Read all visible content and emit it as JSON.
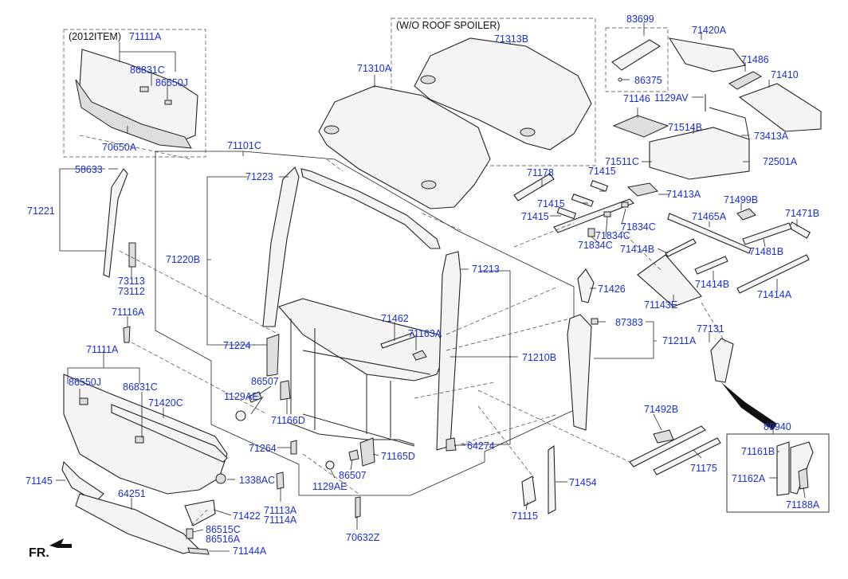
{
  "inset_labels": {
    "item_2012": "(2012ITEM)",
    "wo_roof_spoiler": "(W/O ROOF SPOILER)"
  },
  "direction_label": "FR.",
  "part_labels": {
    "p71111A_top": "71111A",
    "p86831C_top": "86831C",
    "p86550J_top": "86550J",
    "p70650A": "70650A",
    "p71310A": "71310A",
    "p71313B": "71313B",
    "p83699": "83699",
    "p86375": "86375",
    "p71420A": "71420A",
    "p71486": "71486",
    "p71410": "71410",
    "p71146": "71146",
    "p1129AV": "1129AV",
    "p71514B": "71514B",
    "p73413A": "73413A",
    "p71511C": "71511C",
    "p72501A": "72501A",
    "p71101C": "71101C",
    "p58633": "58633",
    "p71221": "71221",
    "p71223": "71223",
    "p71178": "71178",
    "p71415_a": "71415",
    "p71415_b": "71415",
    "p71415_c": "71415",
    "p71413A": "71413A",
    "p71834C_a": "71834C",
    "p71834C_b": "71834C",
    "p71834C_c": "71834C",
    "p71499B": "71499B",
    "p71465A": "71465A",
    "p71471B": "71471B",
    "p71481B": "71481B",
    "p71414B_a": "71414B",
    "p71414B_b": "71414B",
    "p71414A": "71414A",
    "p71143E": "71143E",
    "p71426": "71426",
    "p71220B": "71220B",
    "p73113": "73113",
    "p73112": "73112",
    "p71213": "71213",
    "p71116A": "71116A",
    "p71462": "71462",
    "p71163A": "71163A",
    "p87383": "87383",
    "p71211A": "71211A",
    "p77131": "77131",
    "p71224": "71224",
    "p71210B": "71210B",
    "p71111A": "71111A",
    "p86550J": "86550J",
    "p86831C": "86831C",
    "p86507_a": "86507",
    "p1129AE_a": "1129AE",
    "p71420C": "71420C",
    "p71166D": "71166D",
    "p71492B": "71492B",
    "p89940": "89940",
    "p71161B": "71161B",
    "p71162A": "71162A",
    "p71188A": "71188A",
    "p71264": "71264",
    "p64274": "64274",
    "p71165D": "71165D",
    "p86507_b": "86507",
    "p1129AE_b": "1129AE",
    "p71145": "71145",
    "p1338AC": "1338AC",
    "p71175": "71175",
    "p71454": "71454",
    "p64251": "64251",
    "p71422": "71422",
    "p71113A": "71113A",
    "p71114A": "71114A",
    "p71115": "71115",
    "p86515C": "86515C",
    "p86516A": "86516A",
    "p70632Z": "70632Z",
    "p71144A": "71144A"
  }
}
